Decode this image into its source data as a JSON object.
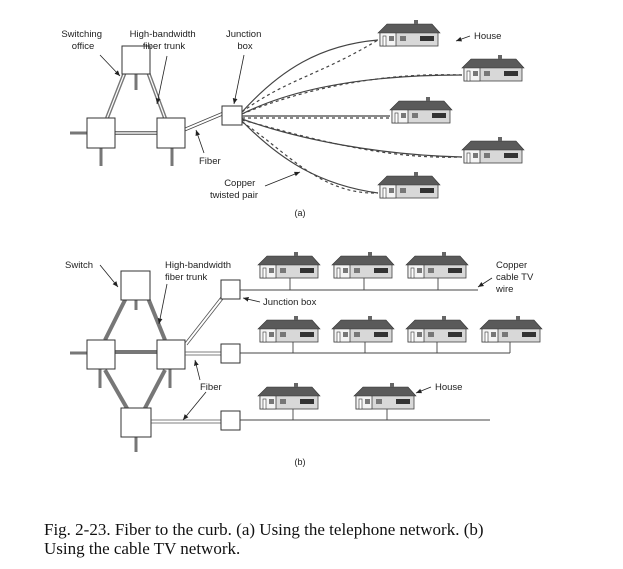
{
  "panel_a": {
    "labels": {
      "switching_office": [
        "Switching",
        "office"
      ],
      "trunk": [
        "High-bandwidth",
        "fiber trunk"
      ],
      "junction_box": [
        "Junction",
        "box"
      ],
      "fiber": "Fiber",
      "copper": [
        "Copper",
        "twisted pair"
      ],
      "house": "House"
    },
    "caption": "(a)",
    "house_count": 5
  },
  "panel_b": {
    "labels": {
      "switch": "Switch",
      "trunk": [
        "High-bandwidth",
        "fiber trunk"
      ],
      "junction_box": "Junction box",
      "copper": [
        "Copper",
        "cable TV",
        "wire"
      ],
      "fiber": "Fiber",
      "house": "House"
    },
    "caption": "(b)",
    "rows": [
      {
        "houses": 3
      },
      {
        "houses": 4
      },
      {
        "houses": 2
      }
    ]
  },
  "figure_caption": {
    "line1": "Fig. 2-23. Fiber to the curb. (a) Using the telephone network. (b)",
    "line2": "Using the cable TV network."
  }
}
